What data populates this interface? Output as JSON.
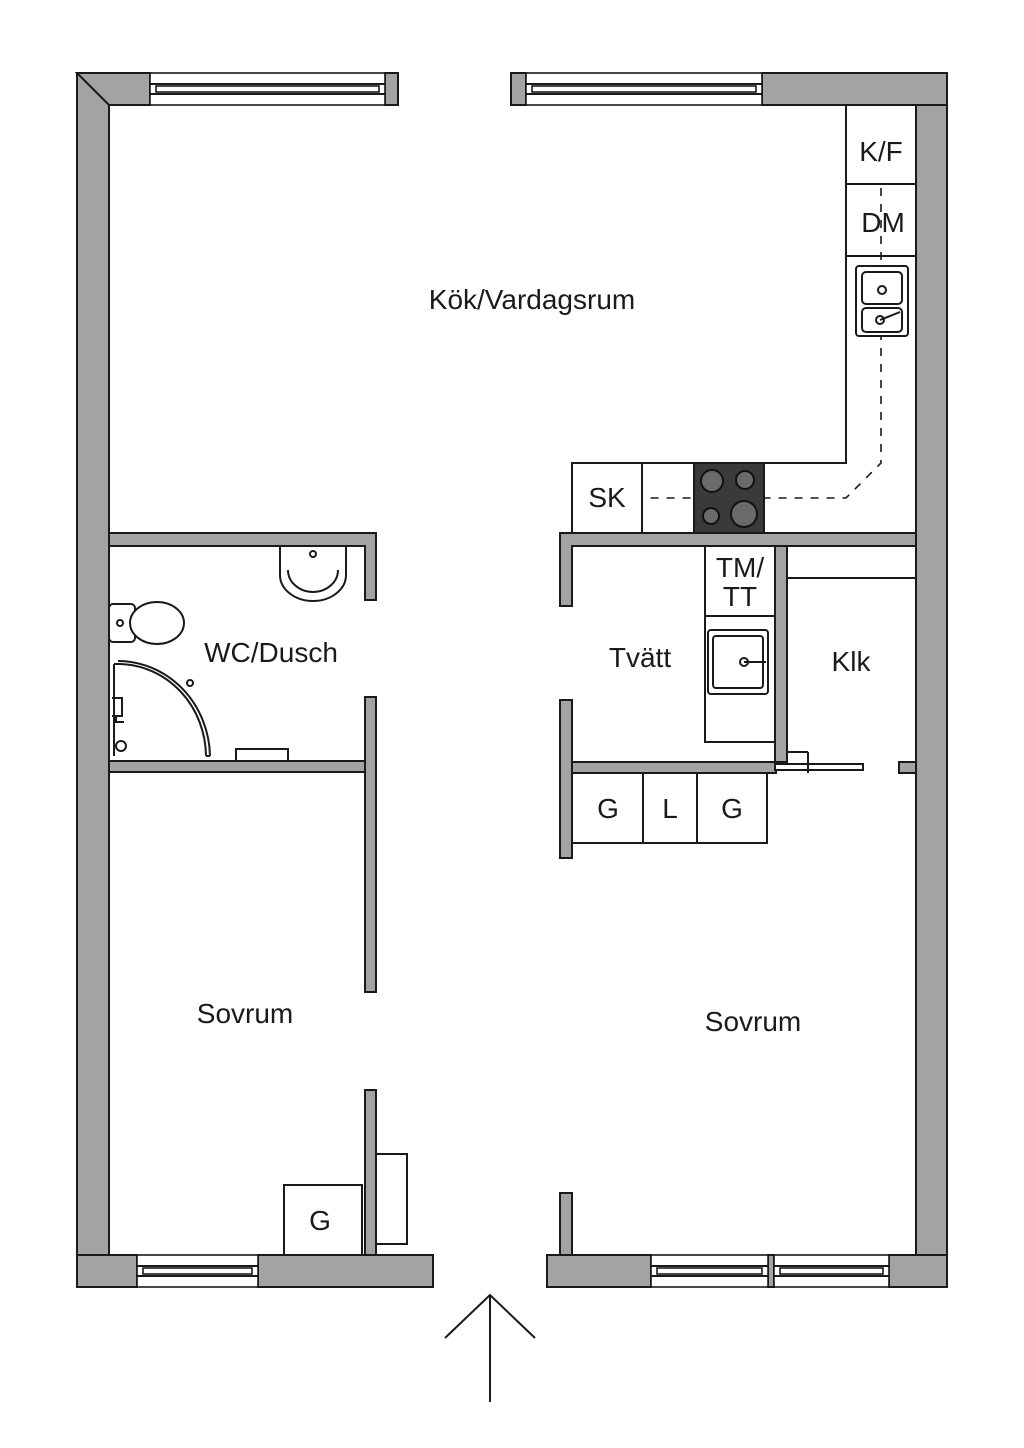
{
  "rooms": {
    "kitchen_living": "Kök/Vardagsrum",
    "wc_shower": "WC/Dusch",
    "laundry": "Tvätt",
    "closet": "Klk",
    "bedroom_left": "Sovrum",
    "bedroom_right": "Sovrum"
  },
  "fixtures": {
    "fridge_freezer": "K/F",
    "dishwasher": "DM",
    "pantry": "SK",
    "washer_dryer_line1": "TM/",
    "washer_dryer_line2": "TT",
    "wardrobe_1": "G",
    "linen": "L",
    "wardrobe_2": "G",
    "wardrobe_bedroom": "G"
  },
  "colors": {
    "wall": "#a3a3a3",
    "line": "#1a1a1a",
    "cooktop": "#3a3a3a",
    "background": "#ffffff"
  },
  "icons": [
    "sink-icon",
    "cooktop-icon",
    "toilet-icon",
    "shower-icon",
    "washbasin-icon",
    "north-arrow-icon"
  ]
}
